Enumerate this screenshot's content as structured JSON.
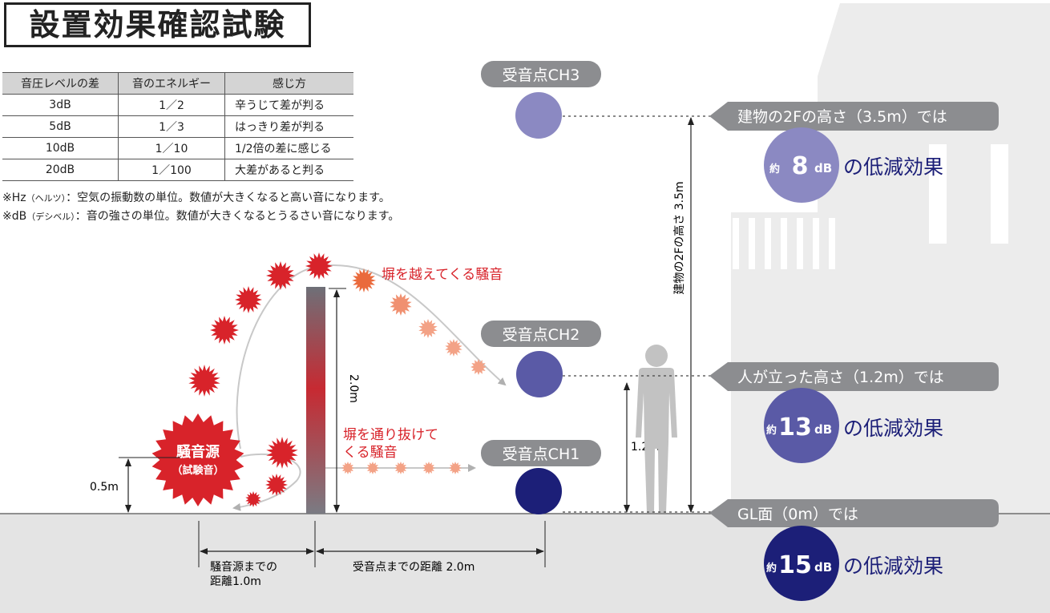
{
  "title": "設置効果確認試験",
  "table": {
    "headers": [
      "音圧レベルの差",
      "音のエネルギー",
      "感じ方"
    ],
    "rows": [
      [
        "3dB",
        "1／2",
        "辛うじて差が判る"
      ],
      [
        "5dB",
        "1／3",
        "はっきり差が判る"
      ],
      [
        "10dB",
        "1／10",
        "1/2倍の差に感じる"
      ],
      [
        "20dB",
        "1／100",
        "大差があると判る"
      ]
    ]
  },
  "notes": {
    "hz_pre": "※Hz",
    "hz_paren": "（ヘルツ）",
    "hz_text": "：空気の振動数の単位。数値が大きくなると高い音になります。",
    "db_pre": "※dB",
    "db_paren": "（デシベル）",
    "db_text": "：音の強さの単位。数値が大きくなるとうるさい音になります。"
  },
  "diagram": {
    "source_main": "騒音源",
    "source_sub": "（試験音）",
    "over_label": "塀を越えてくる騒音",
    "through_label_1": "塀を通り抜けて",
    "through_label_2": "くる騒音",
    "wall_height": "2.0m",
    "source_height": "0.5m",
    "person_height": "1.2m",
    "building_height": "建物の2Fの高さ 3.5m",
    "dist_source_1": "騒音源までの",
    "dist_source_2": "距離1.0m",
    "dist_receiver": "受音点までの距離 2.0m",
    "colors": {
      "red": "#d8232a",
      "ch3": "#8b89c2",
      "ch2": "#5a5aa6",
      "ch1": "#1c1f78",
      "ground": "#e4e4e4",
      "building": "#ececec",
      "banner": "#8c8d90"
    }
  },
  "receivers": [
    {
      "label": "受音点CH3",
      "desc": "建物の2Fの高さ（3.5m）では",
      "approx": "約",
      "value": "8",
      "unit": "dB",
      "suffix": "の低減効果"
    },
    {
      "label": "受音点CH2",
      "desc": "人が立った高さ（1.2m）では",
      "approx": "約",
      "value": "13",
      "unit": "dB",
      "suffix": "の低減効果"
    },
    {
      "label": "受音点CH1",
      "desc": "GL面（0m）では",
      "approx": "約",
      "value": "15",
      "unit": "dB",
      "suffix": "の低減効果"
    }
  ]
}
